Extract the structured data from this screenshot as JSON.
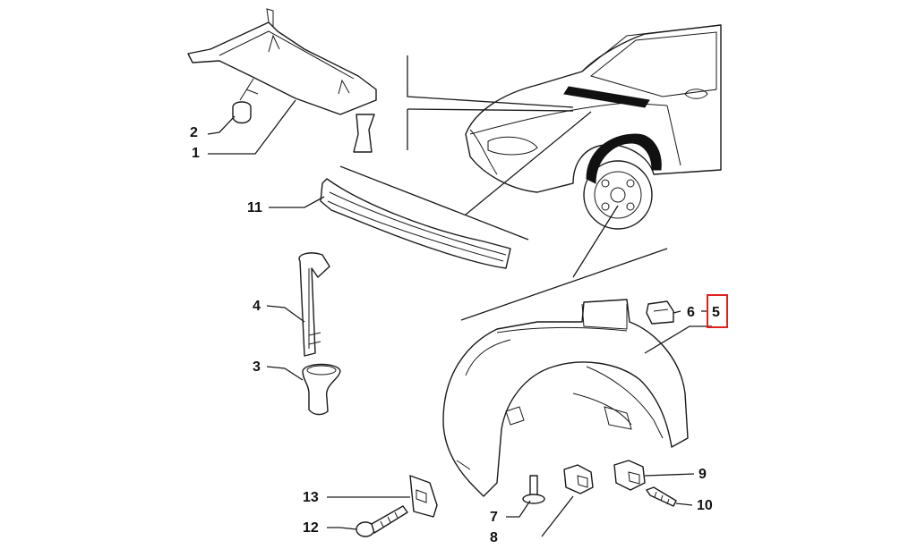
{
  "diagram": {
    "callouts": {
      "c1": "1",
      "c2": "2",
      "c3": "3",
      "c4": "4",
      "c5": "5",
      "c6": "6",
      "c7": "7",
      "c8": "8",
      "c9": "9",
      "c10": "10",
      "c11": "11",
      "c12": "12",
      "c13": "13"
    },
    "highlight_color": "#e0201f"
  }
}
